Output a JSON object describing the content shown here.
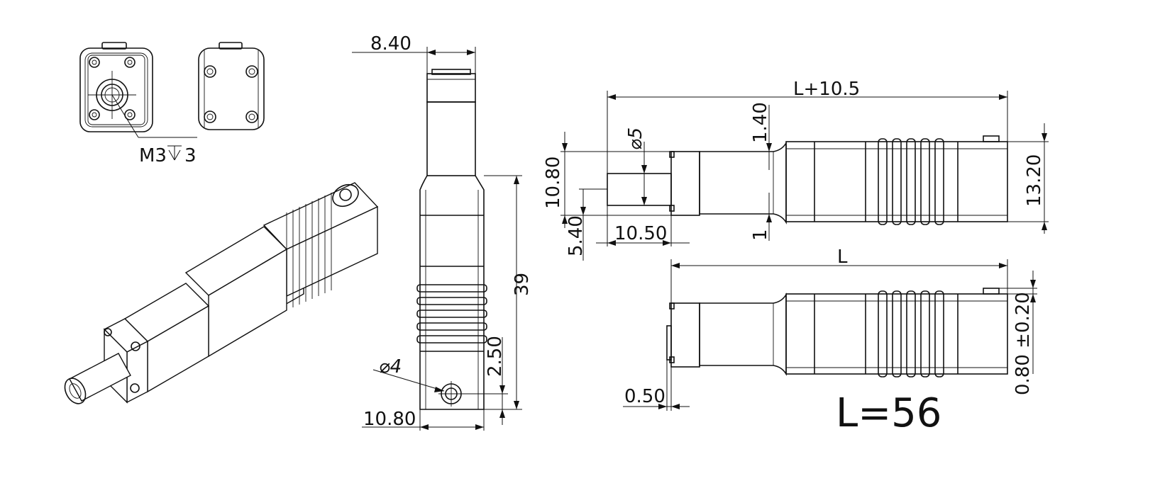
{
  "labels": {
    "thread": "M3",
    "thread_depth": "3",
    "w_8_40": "8.40",
    "h_39": "39",
    "h_2_50": "2.50",
    "dia_4": "⌀4",
    "w_10_80_bottom": "10.80",
    "l_plus": "L+10.5",
    "dia_5": "⌀5",
    "h_1_40": "1.40",
    "h_10_80_left": "10.80",
    "h_13_20": "13.20",
    "h_5_40": "5.40",
    "w_10_50": "10.50",
    "h_1": "1",
    "l": "L",
    "h_0_80": "0.80 ±0.20",
    "w_0_50": "0.50",
    "l_value": "L=56"
  }
}
